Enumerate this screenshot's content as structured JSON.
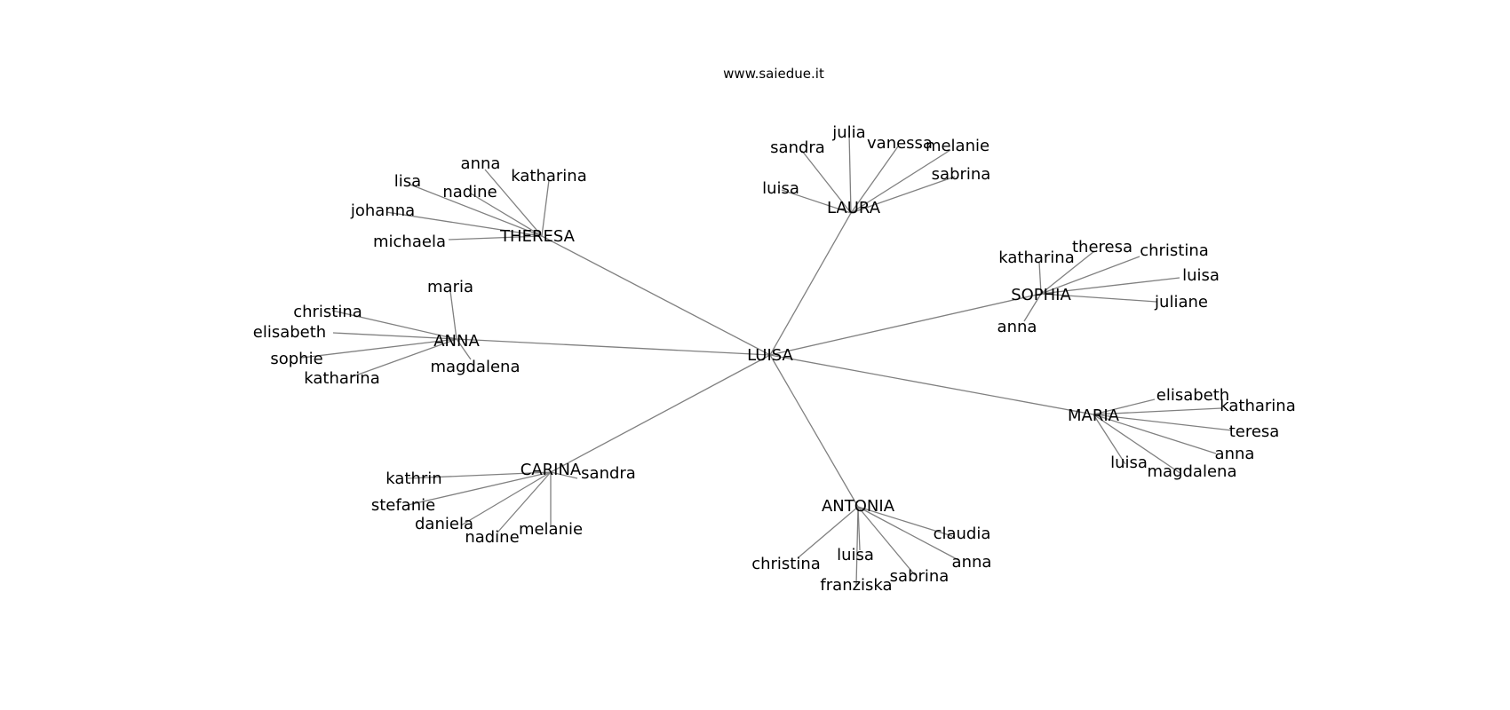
{
  "site": "www.saiedue.it",
  "center": "LUISA",
  "groups": [
    {
      "name": "THERESA",
      "children": [
        "anna",
        "katharina",
        "lisa",
        "nadine",
        "johanna",
        "michaela"
      ]
    },
    {
      "name": "LAURA",
      "children": [
        "julia",
        "sandra",
        "vanessa",
        "melanie",
        "sabrina",
        "luisa"
      ]
    },
    {
      "name": "SOPHIA",
      "children": [
        "theresa",
        "katharina",
        "christina",
        "luisa",
        "juliane",
        "anna"
      ]
    },
    {
      "name": "ANNA",
      "children": [
        "maria",
        "christina",
        "elisabeth",
        "sophie",
        "katharina",
        "magdalena"
      ]
    },
    {
      "name": "MARIA",
      "children": [
        "elisabeth",
        "katharina",
        "teresa",
        "anna",
        "luisa",
        "magdalena"
      ]
    },
    {
      "name": "CARINA",
      "children": [
        "kathrin",
        "sandra",
        "stefanie",
        "daniela",
        "nadine",
        "melanie"
      ]
    },
    {
      "name": "ANTONIA",
      "children": [
        "claudia",
        "christina",
        "luisa",
        "anna",
        "sabrina",
        "franziska"
      ]
    }
  ]
}
